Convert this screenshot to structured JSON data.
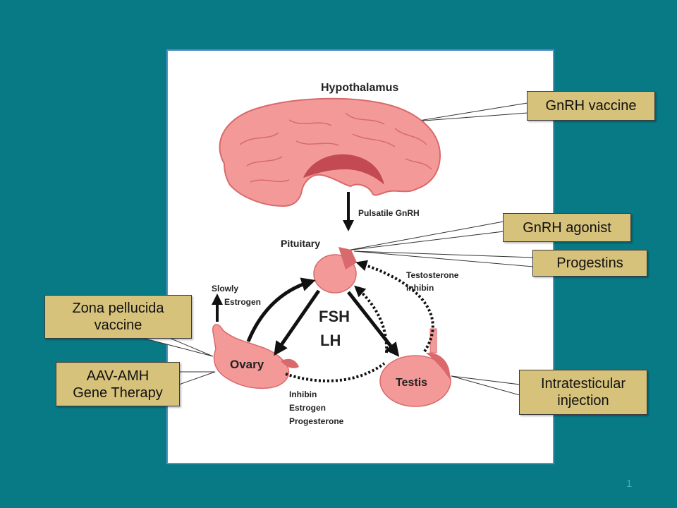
{
  "colors": {
    "background": "#077a86",
    "panel": "#ffffff",
    "organ": "#f39a98",
    "organ_dark": "#d9696c",
    "callout_fill": "#d6c27b",
    "arrow": "#111111"
  },
  "diagram": {
    "hypothalamus_label": "Hypothalamus",
    "pulsatile_label": "Pulsatile GnRH",
    "pituitary_label": "Pituitary",
    "slowly_estrogen": [
      "Slowly",
      "Estrogen"
    ],
    "fsh_lh": [
      "FSH",
      "LH"
    ],
    "testosterone_inhibin": [
      "Testosterone",
      "Inhibin"
    ],
    "ovary_label": "Ovary",
    "testis_label": "Testis",
    "ovary_feedback": [
      "Inhibin",
      "Estrogen",
      "Progesterone"
    ]
  },
  "callouts": {
    "gnrh_vaccine": "GnRH vaccine",
    "gnrh_agonist": "GnRH agonist",
    "progestins": "Progestins",
    "zona_pellucida": "Zona pellucida\nvaccine",
    "aav_amh": "AAV-AMH\nGene Therapy",
    "intratesticular": "Intratesticular\ninjection"
  },
  "page_number": "1"
}
